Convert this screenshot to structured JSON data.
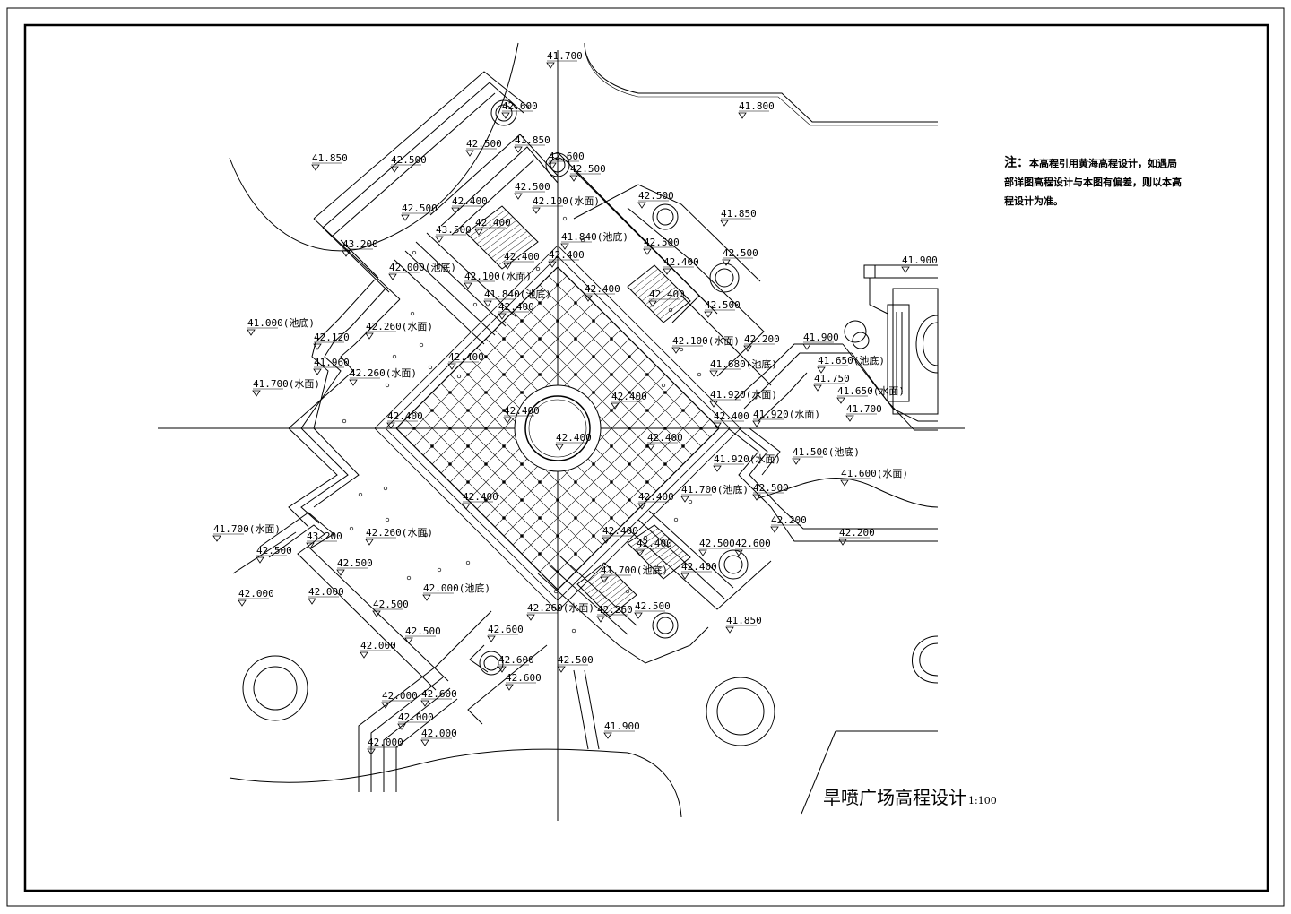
{
  "drawing": {
    "title": "旱喷广场高程设计",
    "scale": "1:100",
    "note_head": "注：",
    "note_body": "本高程引用黄海高程设计，如遇局部详图高程设计与本图有偏差，则以本高程设计为准。"
  },
  "elevations": {
    "e01": "41.700",
    "e02": "42.600",
    "e03": "41.800",
    "e04": "42.500",
    "e05": "41.850",
    "e06": "42.600",
    "e07": "42.500",
    "e08": "41.850",
    "e09": "42.500",
    "e10": "42.500",
    "e11": "42.400",
    "e12": "42.100(水面)",
    "e13": "42.500",
    "e14": "41.850",
    "e15": "42.500",
    "e16": "42.400",
    "e17": "43.500",
    "e18": "41.840(池底)",
    "e19": "42.500",
    "e20": "42.500",
    "e21": "43.200",
    "e22": "42.400",
    "e23": "42.400",
    "e24": "42.000(池底)",
    "e25": "42.100(水面)",
    "e26": "42.400",
    "e27": "41.840(池底)",
    "e28": "42.400",
    "e29": "42.400",
    "e30": "42.500",
    "e31": "41.000(池底)",
    "e32": "42.260(水面)",
    "e33": "42.120",
    "e34": "42.400",
    "e35": "42.100(水面)",
    "e36": "42.200",
    "e37": "41.960",
    "e38": "42.260(水面)",
    "e39": "42.400",
    "e40": "41.680(池底)",
    "e41": "41.700(水面)",
    "e42": "42.400",
    "e43": "41.920(水面)",
    "e44": "42.400",
    "e45": "42.400",
    "e46": "41.920(水面)",
    "e47": "42.400",
    "e48": "42.400",
    "e49": "41.920(水面)",
    "e50": "41.500(池底)",
    "e51": "42.400",
    "e52": "42.400",
    "e53": "41.700(池底)",
    "e54": "42.500",
    "e55": "41.700(水面)",
    "e56": "43.200",
    "e57": "42.260(水面)",
    "e58": "42.500",
    "e59": "42.400",
    "e60": "42.400",
    "e61": "42.500",
    "e62": "42.600",
    "e63": "42.400",
    "e64": "42.000",
    "e65": "42.000",
    "e66": "42.000(池底)",
    "e67": "41.700(池底)",
    "e68": "42.400",
    "e69": "42.500",
    "e70": "42.260(水面)",
    "e71": "42.260",
    "e72": "42.500",
    "e73": "42.500",
    "e74": "42.600",
    "e75": "42.500",
    "e76": "41.850",
    "e77": "42.000",
    "e78": "42.600",
    "e79": "42.600",
    "e80": "42.500",
    "e81": "42.000",
    "e82": "42.600",
    "e83": "42.000",
    "e84": "42.000",
    "e85": "42.000",
    "e86": "41.900",
    "e87": "41.900",
    "e88": "41.900",
    "e89": "41.650(池底)",
    "e90": "41.750",
    "e91": "41.650(水面)",
    "e92": "41.700",
    "e93": "41.600(水面)",
    "e94": "42.200",
    "e95": "42.200"
  }
}
